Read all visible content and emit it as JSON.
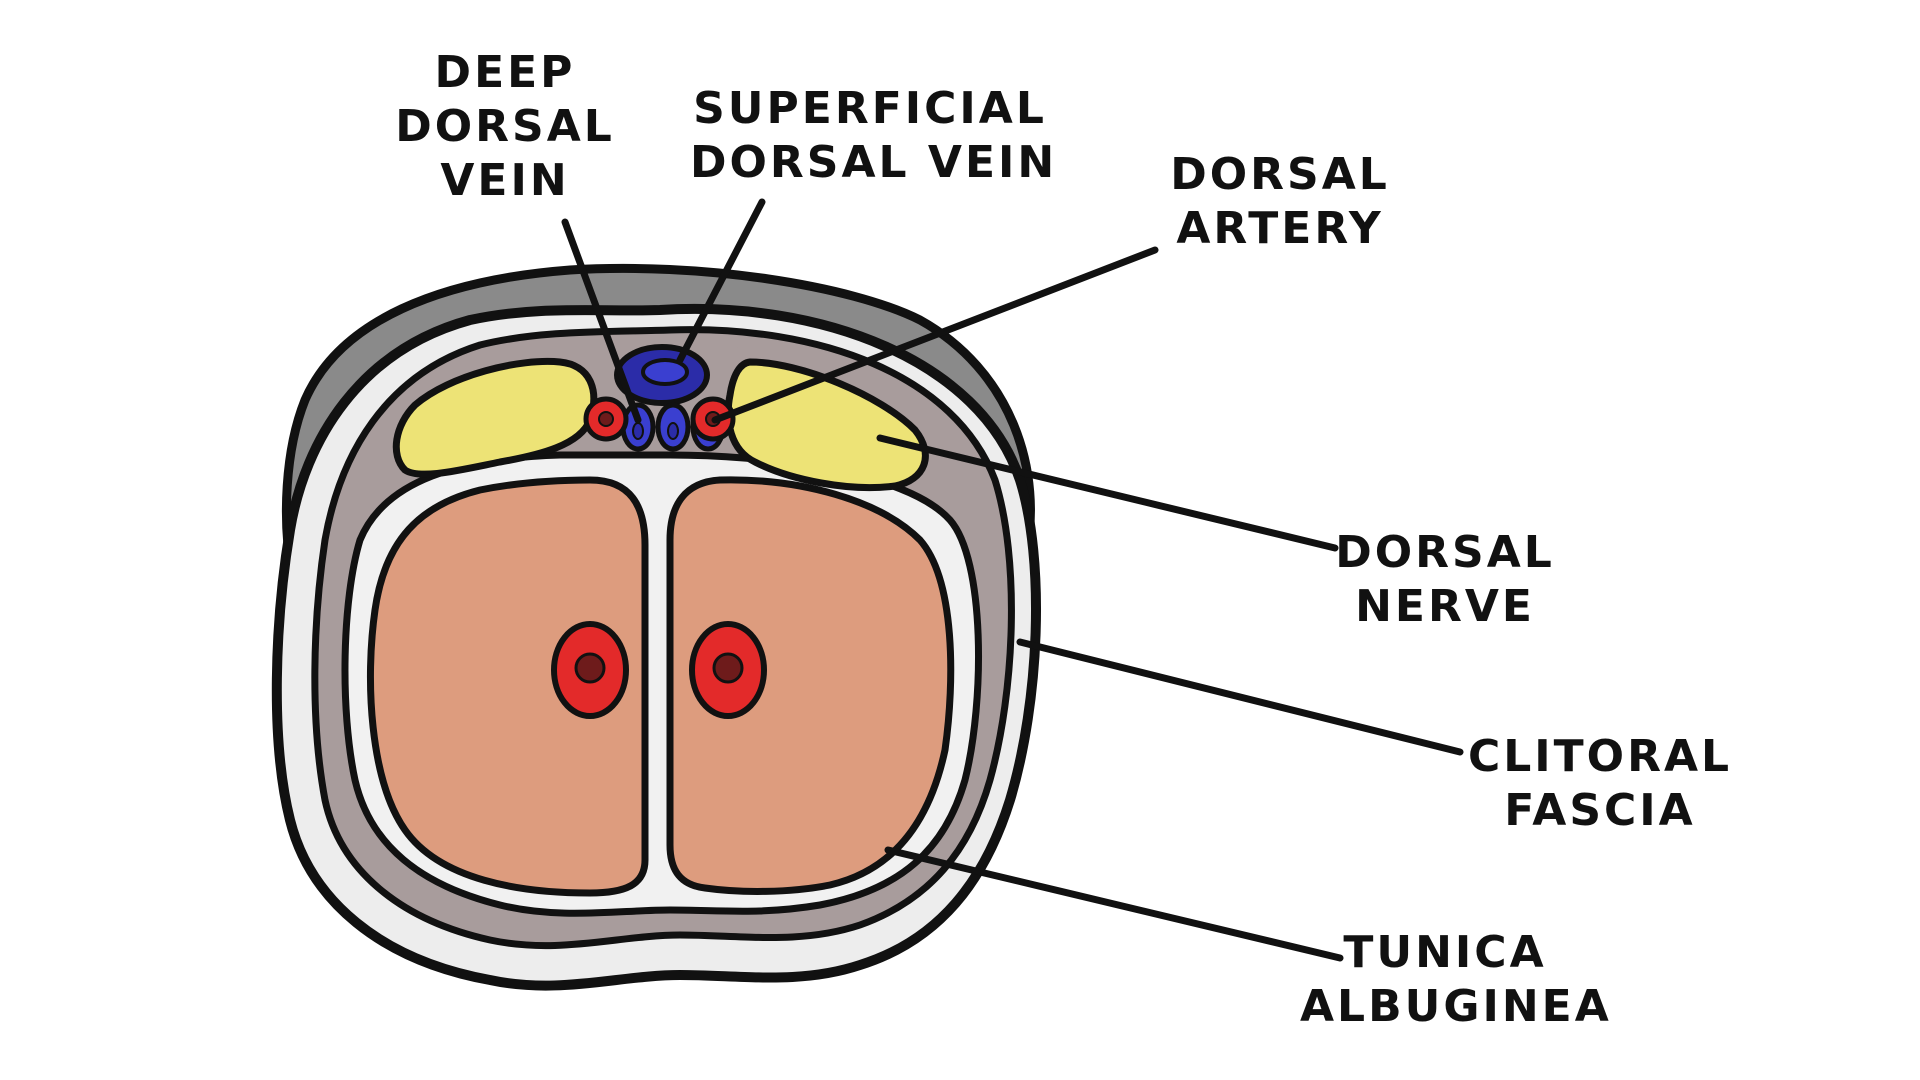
{
  "labels": {
    "deep_dorsal_vein": [
      "DEEP",
      "DORSAL",
      "VEIN"
    ],
    "superficial_dorsal_vein": [
      "SUPERFICIAL",
      "DORSAL VEIN"
    ],
    "dorsal_artery": [
      "DORSAL",
      "ARTERY"
    ],
    "dorsal_nerve": [
      "DORSAL",
      "NERVE"
    ],
    "clitoral_fascia": [
      "CLITORAL",
      "FASCIA"
    ],
    "tunica_albuginea": [
      "TUNICA",
      "ALBUGINEA"
    ]
  },
  "colors": {
    "outline": "#111111",
    "skin_outer": "#8a8a8a",
    "subcutaneous": "#ededed",
    "fascia": "#a89c9c",
    "tunica": "#f1f1f1",
    "corpus_cavernosum": "#dd9c7e",
    "nerve": "#ede376",
    "artery": "#e32a2a",
    "artery_lumen": "#6e1b1b",
    "vein": "#2b2ca8",
    "vein_light": "#3a3fd0"
  }
}
